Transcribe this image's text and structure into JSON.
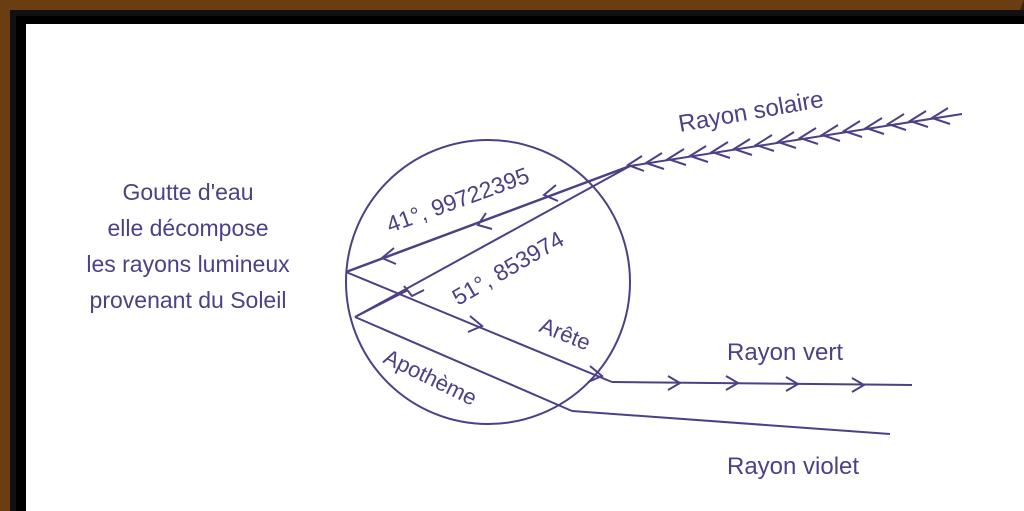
{
  "diagram": {
    "drop_label_lines": [
      "Goutte d'eau",
      "elle décompose",
      "les rayons lumineux",
      "provenant du Soleil"
    ],
    "sun_ray_label": "Rayon solaire",
    "angle_1_label": "41°, 99722395",
    "angle_2_label": "51°, 853974",
    "edge_label": "Arête",
    "apothem_label": "Apothème",
    "green_ray_label": "Rayon vert",
    "violet_ray_label": "Rayon violet",
    "line_color": "#4e3f86",
    "frame_color": "#6b3d12"
  }
}
